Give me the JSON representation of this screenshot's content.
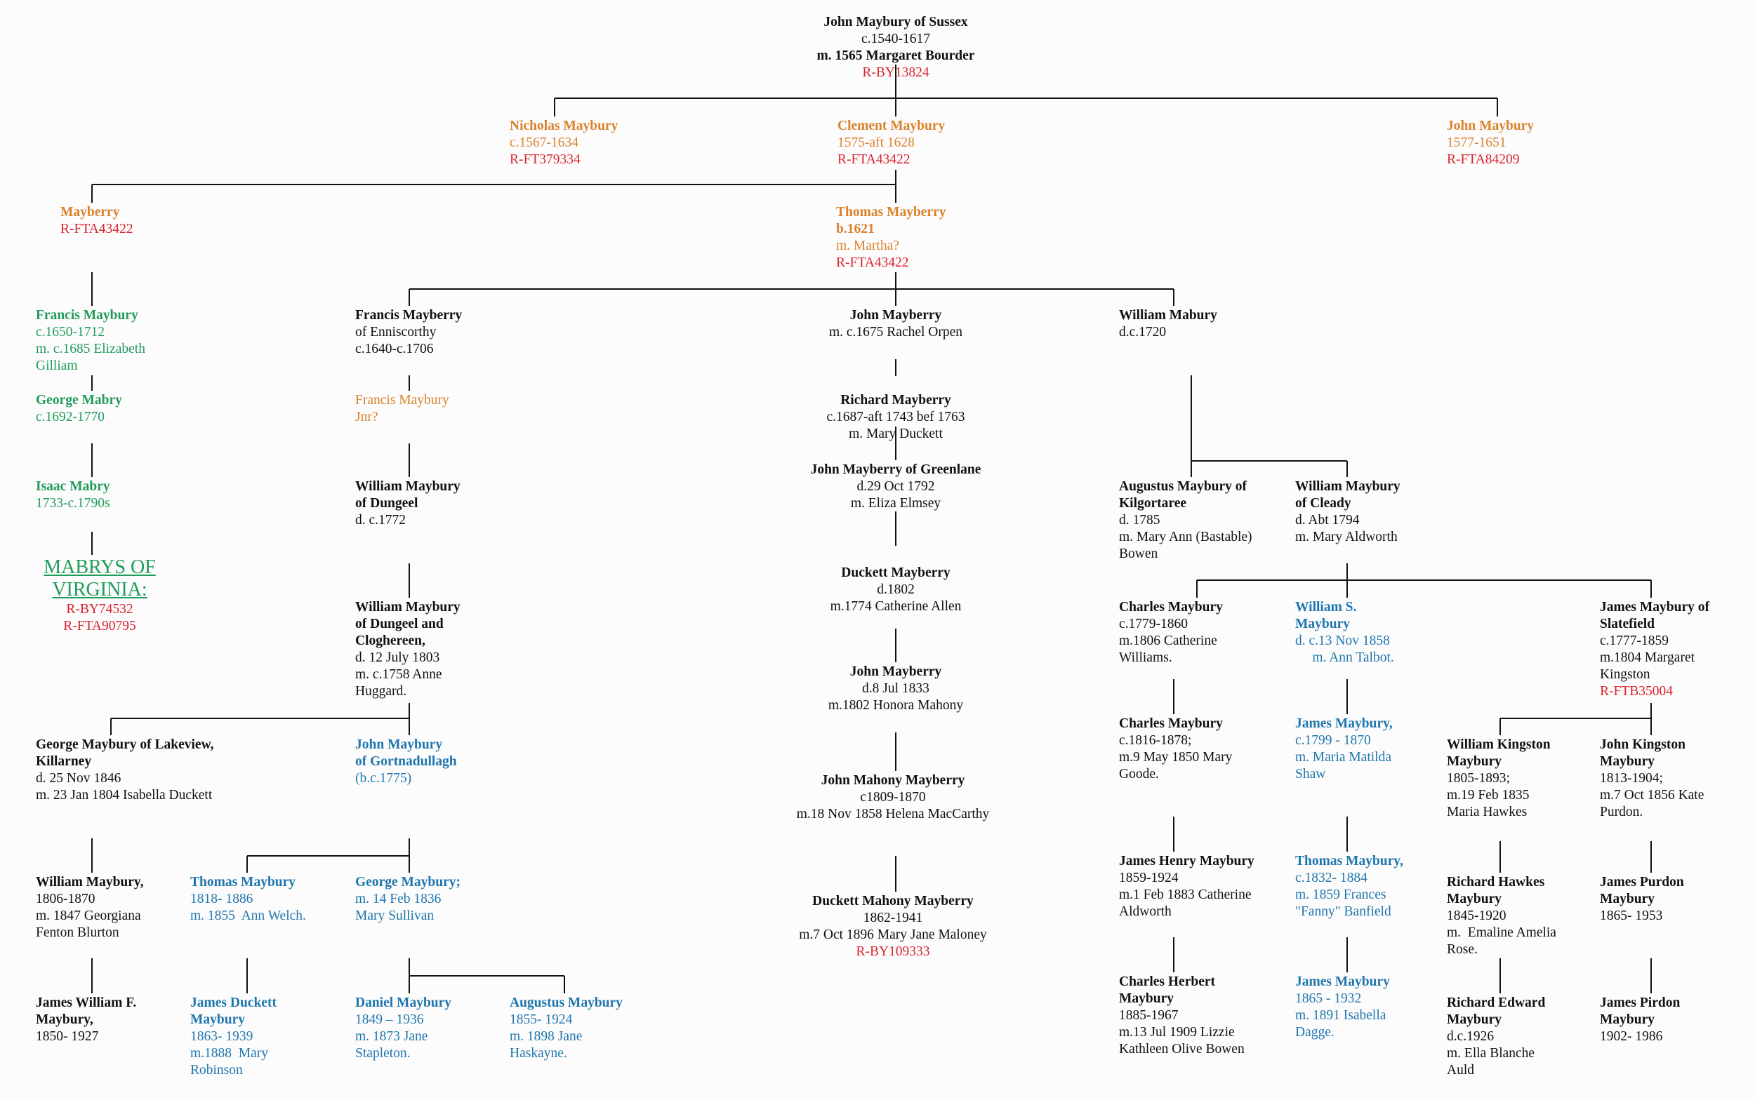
{
  "colors": {
    "black": "#111111",
    "orange": "#d9822b",
    "green": "#1f9c5a",
    "blue": "#1d76ae",
    "red": "#d9232f",
    "line": "#111111"
  },
  "nodes": [
    {
      "id": "root",
      "lines": [
        {
          "text": "John Maybury of Sussex",
          "c": "black",
          "b": true
        },
        {
          "text": "c.1540-1617",
          "c": "black"
        },
        {
          "text": "m. 1565 Margaret Bourder",
          "c": "black",
          "b": true
        },
        {
          "text": "R-BY13824",
          "c": "red"
        }
      ]
    },
    {
      "id": "nicholas",
      "lines": [
        {
          "text": "Nicholas Maybury",
          "c": "orange",
          "b": true
        },
        {
          "text": "c.1567-1634",
          "c": "orange"
        },
        {
          "text": "R-FT379334",
          "c": "red"
        }
      ]
    },
    {
      "id": "clement",
      "lines": [
        {
          "text": "Clement Maybury",
          "c": "orange",
          "b": true
        },
        {
          "text": "1575-aft 1628",
          "c": "orange"
        },
        {
          "text": "R-FTA43422",
          "c": "red"
        }
      ]
    },
    {
      "id": "john1577",
      "lines": [
        {
          "text": "John Maybury",
          "c": "orange",
          "b": true
        },
        {
          "text": "1577-1651",
          "c": "orange"
        },
        {
          "text": "R-FTA84209",
          "c": "red"
        }
      ]
    },
    {
      "id": "mayberry",
      "lines": [
        {
          "text": "Mayberry",
          "c": "orange",
          "b": true
        },
        {
          "text": "R-FTA43422",
          "c": "red"
        }
      ]
    },
    {
      "id": "thomas1621",
      "lines": [
        {
          "text": "Thomas Mayberry",
          "c": "orange",
          "b": true
        },
        {
          "text": "b.1621",
          "c": "orange",
          "b": true
        },
        {
          "text": "m. Martha?",
          "c": "orange"
        },
        {
          "text": "R-FTA43422",
          "c": "red"
        }
      ]
    },
    {
      "id": "francis1650",
      "lines": [
        {
          "text": "Francis Maybury",
          "c": "green",
          "b": true
        },
        {
          "text": "c.1650-1712",
          "c": "green"
        },
        {
          "text": "m. c.1685 Elizabeth",
          "c": "green"
        },
        {
          "text": "Gilliam",
          "c": "green"
        }
      ]
    },
    {
      "id": "george1692",
      "lines": [
        {
          "text": "George Mabry",
          "c": "green",
          "b": true
        },
        {
          "text": "c.1692-1770",
          "c": "green"
        }
      ]
    },
    {
      "id": "isaac",
      "lines": [
        {
          "text": "Isaac Mabry",
          "c": "green",
          "b": true
        },
        {
          "text": "1733-c.1790s",
          "c": "green"
        }
      ]
    },
    {
      "id": "virginia",
      "lines": [
        {
          "text": "MABRYS OF",
          "c": "green",
          "big": true
        },
        {
          "text": "VIRGINIA:",
          "c": "green",
          "big": true
        },
        {
          "text": "R-BY74532",
          "c": "red"
        },
        {
          "text": "R-FTA90795",
          "c": "red"
        }
      ]
    },
    {
      "id": "francis_enn",
      "lines": [
        {
          "text": "Francis Mayberry",
          "c": "black",
          "b": true
        },
        {
          "text": "of Enniscorthy",
          "c": "black"
        },
        {
          "text": "c.1640-c.1706",
          "c": "black"
        }
      ]
    },
    {
      "id": "francis_jnr",
      "lines": [
        {
          "text": "Francis Maybury",
          "c": "orange"
        },
        {
          "text": "Jnr?",
          "c": "orange"
        }
      ]
    },
    {
      "id": "william_dungeel",
      "lines": [
        {
          "text": "William Maybury",
          "c": "black",
          "b": true
        },
        {
          "text": "of Dungeel",
          "c": "black",
          "b": true
        },
        {
          "text": "d. c.1772",
          "c": "black"
        }
      ]
    },
    {
      "id": "william_dungeel2",
      "lines": [
        {
          "text": "William Maybury",
          "c": "black",
          "b": true
        },
        {
          "text": "of Dungeel and",
          "c": "black",
          "b": true
        },
        {
          "text": "Cloghereen,",
          "c": "black",
          "b": true
        },
        {
          "text": "d. 12 July 1803",
          "c": "black"
        },
        {
          "text": "m. c.1758 Anne",
          "c": "black"
        },
        {
          "text": "Huggard.",
          "c": "black"
        }
      ]
    },
    {
      "id": "george_lakeview",
      "lines": [
        {
          "text": "George Maybury of Lakeview,",
          "c": "black",
          "b": true
        },
        {
          "text": "Killarney",
          "c": "black",
          "b": true
        },
        {
          "text": "d. 25 Nov 1846",
          "c": "black"
        },
        {
          "text": "m. 23 Jan 1804 Isabella Duckett",
          "c": "black"
        }
      ]
    },
    {
      "id": "john_gortnadullagh",
      "lines": [
        {
          "text": "John Maybury",
          "c": "blue",
          "b": true
        },
        {
          "text": "of Gortnadullagh",
          "c": "blue",
          "b": true
        },
        {
          "text": "(b.c.1775)",
          "c": "blue"
        }
      ]
    },
    {
      "id": "william1806",
      "lines": [
        {
          "text": "William Maybury,",
          "c": "black",
          "b": true
        },
        {
          "text": "1806-1870",
          "c": "black"
        },
        {
          "text": "m. 1847 Georgiana",
          "c": "black"
        },
        {
          "text": "Fenton Blurton",
          "c": "black"
        }
      ]
    },
    {
      "id": "thomas1818",
      "lines": [
        {
          "text": "Thomas Maybury",
          "c": "blue",
          "b": true
        },
        {
          "text": "1818- 1886",
          "c": "blue"
        },
        {
          "text": "m. 1855  Ann Welch.",
          "c": "blue"
        }
      ]
    },
    {
      "id": "george1836",
      "lines": [
        {
          "text": "George Maybury;",
          "c": "blue",
          "b": true
        },
        {
          "text": "m. 14 Feb 1836",
          "c": "blue"
        },
        {
          "text": "Mary Sullivan",
          "c": "blue"
        }
      ]
    },
    {
      "id": "james_william",
      "lines": [
        {
          "text": "James William F.",
          "c": "black",
          "b": true
        },
        {
          "text": "Maybury,",
          "c": "black",
          "b": true
        },
        {
          "text": "1850- 1927",
          "c": "black"
        }
      ]
    },
    {
      "id": "james_duckett",
      "lines": [
        {
          "text": "James Duckett",
          "c": "blue",
          "b": true
        },
        {
          "text": "Maybury",
          "c": "blue",
          "b": true
        },
        {
          "text": "1863- 1939",
          "c": "blue"
        },
        {
          "text": "m.1888  Mary",
          "c": "blue"
        },
        {
          "text": "Robinson",
          "c": "blue"
        }
      ]
    },
    {
      "id": "daniel",
      "lines": [
        {
          "text": "Daniel Maybury",
          "c": "blue",
          "b": true
        },
        {
          "text": "1849 – 1936",
          "c": "blue"
        },
        {
          "text": "m. 1873 Jane",
          "c": "blue"
        },
        {
          "text": "Stapleton.",
          "c": "blue"
        }
      ]
    },
    {
      "id": "augustus1855",
      "lines": [
        {
          "text": "Augustus Maybury",
          "c": "blue",
          "b": true
        },
        {
          "text": "1855- 1924",
          "c": "blue"
        },
        {
          "text": "m. 1898 Jane",
          "c": "blue"
        },
        {
          "text": "Haskayne.",
          "c": "blue"
        }
      ]
    },
    {
      "id": "john1675",
      "lines": [
        {
          "text": "John Mayberry",
          "c": "black",
          "b": true
        },
        {
          "text": "m. c.1675 Rachel Orpen",
          "c": "black"
        }
      ]
    },
    {
      "id": "richard",
      "lines": [
        {
          "text": "Richard Mayberry",
          "c": "black",
          "b": true
        },
        {
          "text": "c.1687-aft 1743 bef 1763",
          "c": "black"
        },
        {
          "text": "m. Mary Duckett",
          "c": "black"
        }
      ]
    },
    {
      "id": "john_greenlane",
      "lines": [
        {
          "text": "John Mayberry of Greenlane",
          "c": "black",
          "b": true
        },
        {
          "text": "d.29 Oct 1792",
          "c": "black"
        },
        {
          "text": "m. Eliza Elmsey",
          "c": "black"
        }
      ]
    },
    {
      "id": "duckett1802",
      "lines": [
        {
          "text": "Duckett Mayberry",
          "c": "black",
          "b": true
        },
        {
          "text": "d.1802",
          "c": "black"
        },
        {
          "text": "m.1774 Catherine Allen",
          "c": "black"
        }
      ]
    },
    {
      "id": "john1833",
      "lines": [
        {
          "text": "John Mayberry",
          "c": "black",
          "b": true
        },
        {
          "text": "d.8 Jul 1833",
          "c": "black"
        },
        {
          "text": "m.1802 Honora Mahony",
          "c": "black"
        }
      ]
    },
    {
      "id": "john_mahony",
      "lines": [
        {
          "text": "John Mahony Mayberry",
          "c": "black",
          "b": true
        },
        {
          "text": "c1809-1870",
          "c": "black"
        },
        {
          "text": "m.18 Nov 1858 Helena MacCarthy",
          "c": "black"
        }
      ]
    },
    {
      "id": "duckett_mahony",
      "lines": [
        {
          "text": "Duckett Mahony Mayberry",
          "c": "black",
          "b": true
        },
        {
          "text": "1862-1941",
          "c": "black"
        },
        {
          "text": "m.7 Oct 1896 Mary Jane Maloney",
          "c": "black"
        },
        {
          "text": "R-BY109333",
          "c": "red"
        }
      ]
    },
    {
      "id": "william_mabury",
      "lines": [
        {
          "text": "William Mabury",
          "c": "black",
          "b": true
        },
        {
          "text": "d.c.1720",
          "c": "black"
        }
      ]
    },
    {
      "id": "augustus_kilgortaree",
      "lines": [
        {
          "text": "Augustus Maybury of",
          "c": "black",
          "b": true
        },
        {
          "text": "Kilgortaree",
          "c": "black",
          "b": true
        },
        {
          "text": "d. 1785",
          "c": "black"
        },
        {
          "text": "m. Mary Ann (Bastable)",
          "c": "black"
        },
        {
          "text": "Bowen",
          "c": "black"
        }
      ]
    },
    {
      "id": "william_cleady",
      "lines": [
        {
          "text": "William Maybury",
          "c": "black",
          "b": true
        },
        {
          "text": "of Cleady",
          "c": "black",
          "b": true
        },
        {
          "text": "d. Abt 1794",
          "c": "black"
        },
        {
          "text": "m. Mary Aldworth",
          "c": "black"
        }
      ]
    },
    {
      "id": "charles1779",
      "lines": [
        {
          "text": "Charles Maybury",
          "c": "black",
          "b": true
        },
        {
          "text": "c.1779-1860",
          "c": "black"
        },
        {
          "text": "m.1806 Catherine",
          "c": "black"
        },
        {
          "text": "Williams.",
          "c": "black"
        }
      ]
    },
    {
      "id": "william_s",
      "lines": [
        {
          "text": "William S.",
          "c": "blue",
          "b": true
        },
        {
          "text": "Maybury",
          "c": "blue",
          "b": true
        },
        {
          "text": "d. c.13 Nov 1858",
          "c": "blue"
        },
        {
          "text": "     m. Ann Talbot.",
          "c": "blue"
        }
      ]
    },
    {
      "id": "james_slatefield",
      "lines": [
        {
          "text": "James Maybury of",
          "c": "black",
          "b": true
        },
        {
          "text": "Slatefield",
          "c": "black",
          "b": true
        },
        {
          "text": "c.1777-1859",
          "c": "black"
        },
        {
          "text": "m.1804 Margaret",
          "c": "black"
        },
        {
          "text": "Kingston",
          "c": "black"
        },
        {
          "text": "R-FTB35004",
          "c": "red"
        }
      ]
    },
    {
      "id": "charles1816",
      "lines": [
        {
          "text": "Charles Maybury",
          "c": "black",
          "b": true
        },
        {
          "text": "c.1816-1878;",
          "c": "black"
        },
        {
          "text": "m.9 May 1850 Mary",
          "c": "black"
        },
        {
          "text": "Goode.",
          "c": "black"
        }
      ]
    },
    {
      "id": "james1799",
      "lines": [
        {
          "text": "James Maybury,",
          "c": "blue",
          "b": true
        },
        {
          "text": "c.1799 - 1870",
          "c": "blue"
        },
        {
          "text": "m. Maria Matilda",
          "c": "blue"
        },
        {
          "text": "Shaw",
          "c": "blue"
        }
      ]
    },
    {
      "id": "william_kingston",
      "lines": [
        {
          "text": "William Kingston",
          "c": "black",
          "b": true
        },
        {
          "text": "Maybury",
          "c": "black",
          "b": true
        },
        {
          "text": "1805-1893;",
          "c": "black"
        },
        {
          "text": "m.19 Feb 1835",
          "c": "black"
        },
        {
          "text": "Maria Hawkes",
          "c": "black"
        }
      ]
    },
    {
      "id": "john_kingston",
      "lines": [
        {
          "text": "John Kingston",
          "c": "black",
          "b": true
        },
        {
          "text": "Maybury",
          "c": "black",
          "b": true
        },
        {
          "text": "1813-1904;",
          "c": "black"
        },
        {
          "text": "m.7 Oct 1856 Kate",
          "c": "black"
        },
        {
          "text": "Purdon.",
          "c": "black"
        }
      ]
    },
    {
      "id": "james_henry",
      "lines": [
        {
          "text": "James Henry Maybury",
          "c": "black",
          "b": true
        },
        {
          "text": "1859-1924",
          "c": "black"
        },
        {
          "text": "m.1 Feb 1883 Catherine",
          "c": "black"
        },
        {
          "text": "Aldworth",
          "c": "black"
        }
      ]
    },
    {
      "id": "thomas1832",
      "lines": [
        {
          "text": "Thomas Maybury,",
          "c": "blue",
          "b": true
        },
        {
          "text": "c.1832- 1884",
          "c": "blue"
        },
        {
          "text": "m. 1859 Frances",
          "c": "blue"
        },
        {
          "text": "\"Fanny\" Banfield",
          "c": "blue"
        }
      ]
    },
    {
      "id": "richard_hawkes",
      "lines": [
        {
          "text": "Richard Hawkes",
          "c": "black",
          "b": true
        },
        {
          "text": "Maybury",
          "c": "black",
          "b": true
        },
        {
          "text": "1845-1920",
          "c": "black"
        },
        {
          "text": "m.  Emaline Amelia",
          "c": "black"
        },
        {
          "text": "Rose.",
          "c": "black"
        }
      ]
    },
    {
      "id": "james_purdon",
      "lines": [
        {
          "text": "James Purdon",
          "c": "black",
          "b": true
        },
        {
          "text": "Maybury",
          "c": "black",
          "b": true
        },
        {
          "text": "1865- 1953",
          "c": "black"
        }
      ]
    },
    {
      "id": "charles_herbert",
      "lines": [
        {
          "text": "Charles Herbert",
          "c": "black",
          "b": true
        },
        {
          "text": "Maybury",
          "c": "black",
          "b": true
        },
        {
          "text": "1885-1967",
          "c": "black"
        },
        {
          "text": "m.13 Jul 1909 Lizzie",
          "c": "black"
        },
        {
          "text": "Kathleen Olive Bowen",
          "c": "black"
        }
      ]
    },
    {
      "id": "james1865",
      "lines": [
        {
          "text": "James Maybury",
          "c": "blue",
          "b": true
        },
        {
          "text": "1865 - 1932",
          "c": "blue"
        },
        {
          "text": "m. 1891 Isabella",
          "c": "blue"
        },
        {
          "text": "Dagge.",
          "c": "blue"
        }
      ]
    },
    {
      "id": "richard_edward",
      "lines": [
        {
          "text": "Richard Edward",
          "c": "black",
          "b": true
        },
        {
          "text": "Maybury",
          "c": "black",
          "b": true
        },
        {
          "text": "d.c.1926",
          "c": "black"
        },
        {
          "text": "m. Ella Blanche",
          "c": "black"
        },
        {
          "text": "Auld",
          "c": "black"
        }
      ]
    },
    {
      "id": "james_pirdon",
      "lines": [
        {
          "text": "James Pirdon",
          "c": "black",
          "b": true
        },
        {
          "text": "Maybury",
          "c": "black",
          "b": true
        },
        {
          "text": "1902- 1986",
          "c": "black"
        }
      ]
    }
  ]
}
